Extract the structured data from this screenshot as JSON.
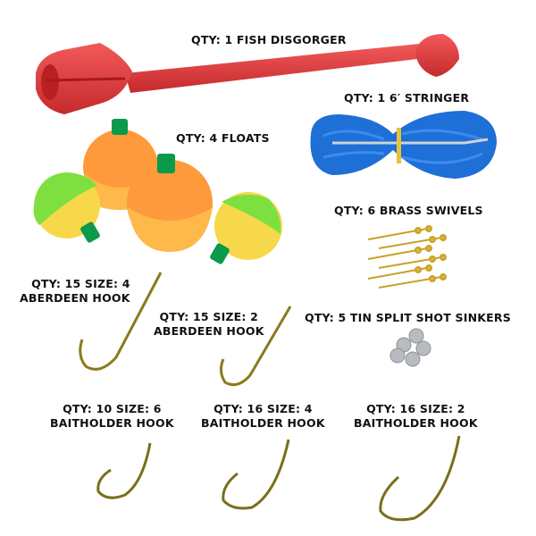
{
  "items": {
    "disgorger": {
      "label": "QTY: 1 FISH DISGORGER",
      "color": "#e0383a"
    },
    "stringer": {
      "label": "QTY: 1 6′ STRINGER",
      "color": "#1e6fd6"
    },
    "floats": {
      "label": "QTY: 4 FLOATS",
      "colors": {
        "orange": "#ff9a3c",
        "yellow": "#f6d84a",
        "green": "#7ee040",
        "stem": "#0a9a4a"
      }
    },
    "swivels": {
      "label": "QTY: 6 BRASS SWIVELS",
      "color": "#c9a227"
    },
    "aberdeen4": {
      "line1": "QTY: 15 SIZE: 4",
      "line2": "ABERDEEN HOOK"
    },
    "aberdeen2": {
      "line1": "QTY: 15 SIZE: 2",
      "line2": "ABERDEEN HOOK"
    },
    "sinkers": {
      "label": "QTY: 5 TIN SPLIT SHOT SINKERS",
      "color": "#b8bcc2"
    },
    "baitholder6": {
      "line1": "QTY: 10 SIZE: 6",
      "line2": "BAITHOLDER HOOK"
    },
    "baitholder4": {
      "line1": "QTY: 16 SIZE: 4",
      "line2": "BAITHOLDER HOOK"
    },
    "baitholder2": {
      "line1": "QTY: 16 SIZE: 2",
      "line2": "BAITHOLDER HOOK"
    }
  },
  "hook_color": "#8a7a1e"
}
